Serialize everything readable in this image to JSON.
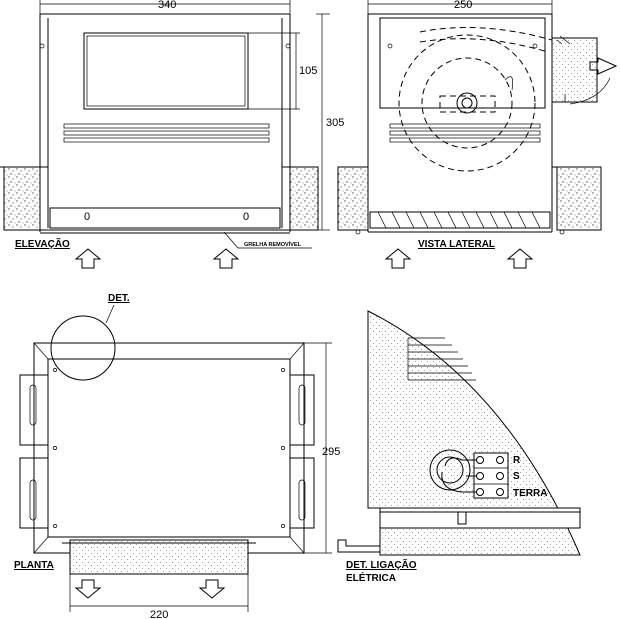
{
  "dimensions": {
    "elevation_width": "340",
    "elevation_panel_height": "105",
    "elevation_height": "305",
    "lateral_width": "250",
    "plan_height": "295",
    "plan_bottom_width": "220"
  },
  "labels": {
    "elevation": "ELEVAÇÃO",
    "removable_grille": "GRELHA REMOVÍVEL",
    "side_view": "VISTA LATERAL",
    "detail": "DET.",
    "plan": "PLANTA",
    "electrical_detail_line1": "DET. LIGAÇÃO",
    "electrical_detail_line2": "ELÉTRICA",
    "terminal_r": "R",
    "terminal_s": "S",
    "terminal_earth": "TERRA"
  },
  "grille_marks": [
    "0",
    "0"
  ]
}
